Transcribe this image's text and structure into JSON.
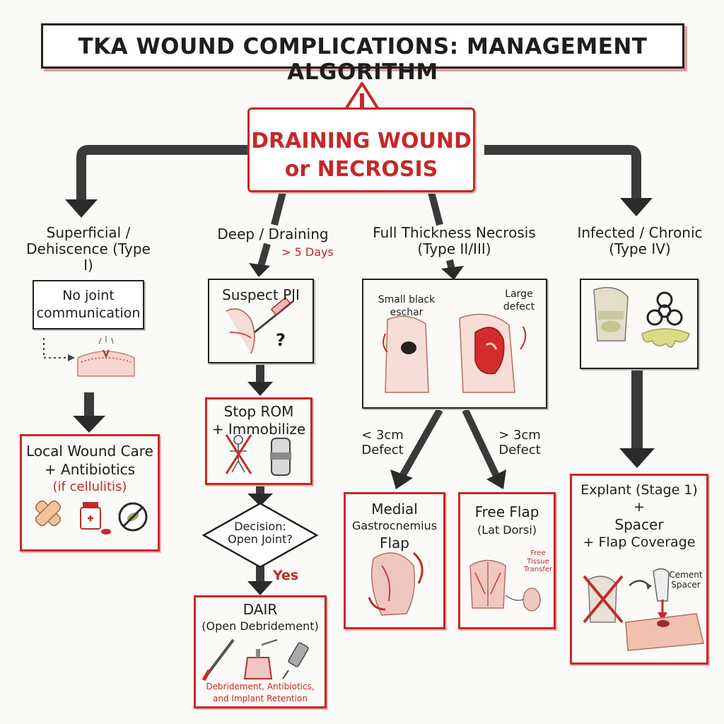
{
  "title": "TKA WOUND COMPLICATIONS: MANAGEMENT ALGORITHM",
  "root": {
    "line1": "DRAINING WOUND",
    "line2": "or NECROSIS"
  },
  "branches": {
    "superficial": {
      "header1": "Superficial /",
      "header2": "Dehiscence (Type I)",
      "note1": "No joint",
      "note2": "communication",
      "treat1": "Local Wound Care",
      "treat2": "+ Antibiotics",
      "treat3": "(if cellulitis)"
    },
    "deep": {
      "header": "Deep / Draining",
      "duration": "> 5 Days",
      "suspect": "Suspect PJI",
      "question_mark": "?",
      "stop1": "Stop ROM",
      "stop2": "+ Immobilize",
      "decision1": "Decision:",
      "decision2": "Open Joint?",
      "yes": "Yes",
      "dair1": "DAIR",
      "dair2": "(Open Debridement)",
      "dair_note1": "Debridement, Antibiotics,",
      "dair_note2": "and Implant Retention"
    },
    "necrosis": {
      "header1": "Full Thickness Necrosis",
      "header2": "(Type II/III)",
      "small1": "Small black",
      "small2": "eschar",
      "large1": "Large",
      "large2": "defect",
      "lt1": "< 3cm",
      "lt2": "Defect",
      "gt1": "> 3cm",
      "gt2": "Defect",
      "medial1": "Medial",
      "medial2": "Gastrocnemius",
      "medial3": "Flap",
      "free1": "Free Flap",
      "free2": "(Lat Dorsi)",
      "free_note1": "Free",
      "free_note2": "Tissue",
      "free_note3": "Transfer"
    },
    "infected": {
      "header1": "Infected / Chronic",
      "header2": "(Type IV)",
      "explant1": "Explant (Stage 1)",
      "explant2": "+",
      "explant3": "Spacer",
      "explant4": "+ Flap Coverage",
      "cement1": "Cement",
      "cement2": "Spacer"
    }
  }
}
